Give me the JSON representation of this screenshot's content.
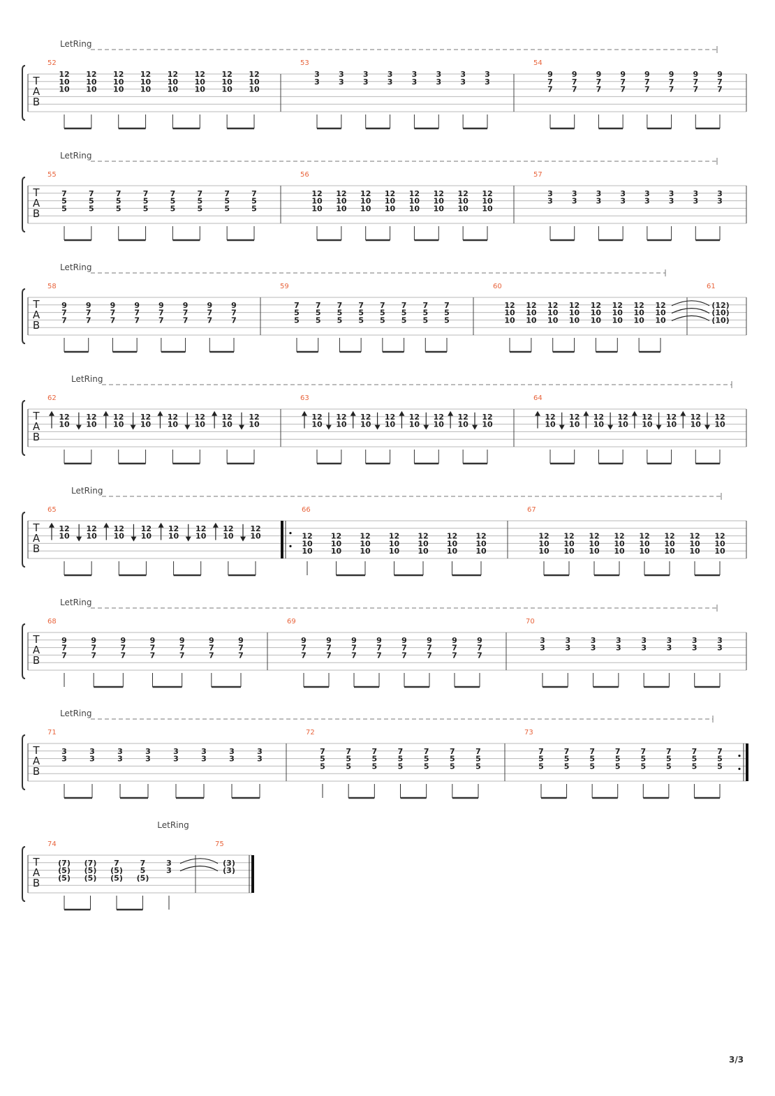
{
  "page_number": "3/3",
  "letring_label": "LetRing",
  "tab_letters": [
    "T",
    "A",
    "B"
  ],
  "accent_color": "#e8643c",
  "systems": [
    {
      "letring": [
        130,
        1027
      ],
      "measures": [
        {
          "num": "52",
          "beats": [
            {
              "n": [
                "12",
                "10",
                "10"
              ],
              "s": 0,
              "c": 8
            }
          ]
        },
        {
          "num": "53",
          "beats": [
            {
              "n": [
                "3",
                "3"
              ],
              "s": 0,
              "c": 8
            }
          ]
        },
        {
          "num": "54",
          "beats": [
            {
              "n": [
                "9",
                "7",
                "7"
              ],
              "s": 0,
              "c": 8
            }
          ]
        }
      ]
    },
    {
      "letring": [
        130,
        1027
      ],
      "measures": [
        {
          "num": "55",
          "beats": [
            {
              "n": [
                "7",
                "5",
                "5"
              ],
              "s": 1,
              "c": 8
            }
          ]
        },
        {
          "num": "56",
          "beats": [
            {
              "n": [
                "12",
                "10",
                "10"
              ],
              "s": 1,
              "c": 8
            }
          ]
        },
        {
          "num": "57",
          "beats": [
            {
              "n": [
                "3",
                "3"
              ],
              "s": 1,
              "c": 8
            }
          ]
        }
      ]
    },
    {
      "letring": [
        130,
        953
      ],
      "measures": [
        {
          "num": "58",
          "beats": [
            {
              "n": [
                "9",
                "7",
                "7"
              ],
              "s": 1,
              "c": 8
            }
          ]
        },
        {
          "num": "59",
          "beats": [
            {
              "n": [
                "7",
                "5",
                "5"
              ],
              "s": 1,
              "c": 8
            }
          ]
        },
        {
          "num": "60",
          "beats": [
            {
              "n": [
                "12",
                "10",
                "10"
              ],
              "s": 1,
              "c": 8
            }
          ]
        },
        {
          "num": "61",
          "beats": [
            {
              "n": [
                "(12)",
                "(10)",
                "(10)"
              ],
              "s": 1,
              "c": 1,
              "tied": true
            }
          ]
        }
      ]
    },
    {
      "letring": [
        146,
        1048
      ],
      "measures": [
        {
          "num": "62",
          "beats": [
            {
              "n": [
                "12",
                "10"
              ],
              "s": 1,
              "c": 8,
              "arrows": true
            }
          ]
        },
        {
          "num": "63",
          "beats": [
            {
              "n": [
                "12",
                "10"
              ],
              "s": 1,
              "c": 8,
              "arrows": true
            }
          ]
        },
        {
          "num": "64",
          "beats": [
            {
              "n": [
                "12",
                "10"
              ],
              "s": 1,
              "c": 8,
              "arrows": true
            }
          ]
        }
      ]
    },
    {
      "letring": [
        146,
        1033
      ],
      "measures": [
        {
          "num": "65",
          "beats": [
            {
              "n": [
                "12",
                "10"
              ],
              "s": 1,
              "c": 8,
              "arrows": true
            }
          ]
        },
        {
          "num": "66",
          "beats": [
            {
              "n": [
                "12",
                "10",
                "10"
              ],
              "s": 2,
              "c": 7
            }
          ],
          "repeat_start": true
        },
        {
          "num": "67",
          "beats": [
            {
              "n": [
                "12",
                "10",
                "10"
              ],
              "s": 2,
              "c": 8
            }
          ]
        }
      ]
    },
    {
      "letring": [
        130,
        1027
      ],
      "measures": [
        {
          "num": "68",
          "beats": [
            {
              "n": [
                "9",
                "7",
                "7"
              ],
              "s": 1,
              "c": 7
            }
          ]
        },
        {
          "num": "69",
          "beats": [
            {
              "n": [
                "9",
                "7",
                "7"
              ],
              "s": 1,
              "c": 8
            }
          ]
        },
        {
          "num": "70",
          "beats": [
            {
              "n": [
                "3",
                "3"
              ],
              "s": 1,
              "c": 8
            }
          ]
        }
      ]
    },
    {
      "letring": [
        130,
        1021
      ],
      "measures": [
        {
          "num": "71",
          "beats": [
            {
              "n": [
                "3",
                "3"
              ],
              "s": 1,
              "c": 8
            }
          ]
        },
        {
          "num": "72",
          "beats": [
            {
              "n": [
                "7",
                "5",
                "5"
              ],
              "s": 1,
              "c": 7
            }
          ]
        },
        {
          "num": "73",
          "beats": [
            {
              "n": [
                "7",
                "5",
                "5"
              ],
              "s": 1,
              "c": 8
            }
          ],
          "repeat_end": true
        }
      ]
    },
    {
      "letring_short": true,
      "measures": [
        {
          "num": "74",
          "beats": [
            {
              "n": [
                "(7)",
                "(5)",
                "(5)"
              ],
              "s": 1,
              "c": 2
            },
            {
              "n": [
                "7",
                "(5)",
                "(5)"
              ],
              "s": 1,
              "c": 1
            },
            {
              "n": [
                "7",
                "5",
                "(5)"
              ],
              "s": 1,
              "c": 1
            },
            {
              "n": [
                "3",
                "3"
              ],
              "s": 1,
              "c": 1
            }
          ]
        },
        {
          "num": "75",
          "beats": [
            {
              "n": [
                "(3)",
                "(3)"
              ],
              "s": 1,
              "c": 1,
              "tied": true
            }
          ],
          "final": true
        }
      ]
    }
  ]
}
